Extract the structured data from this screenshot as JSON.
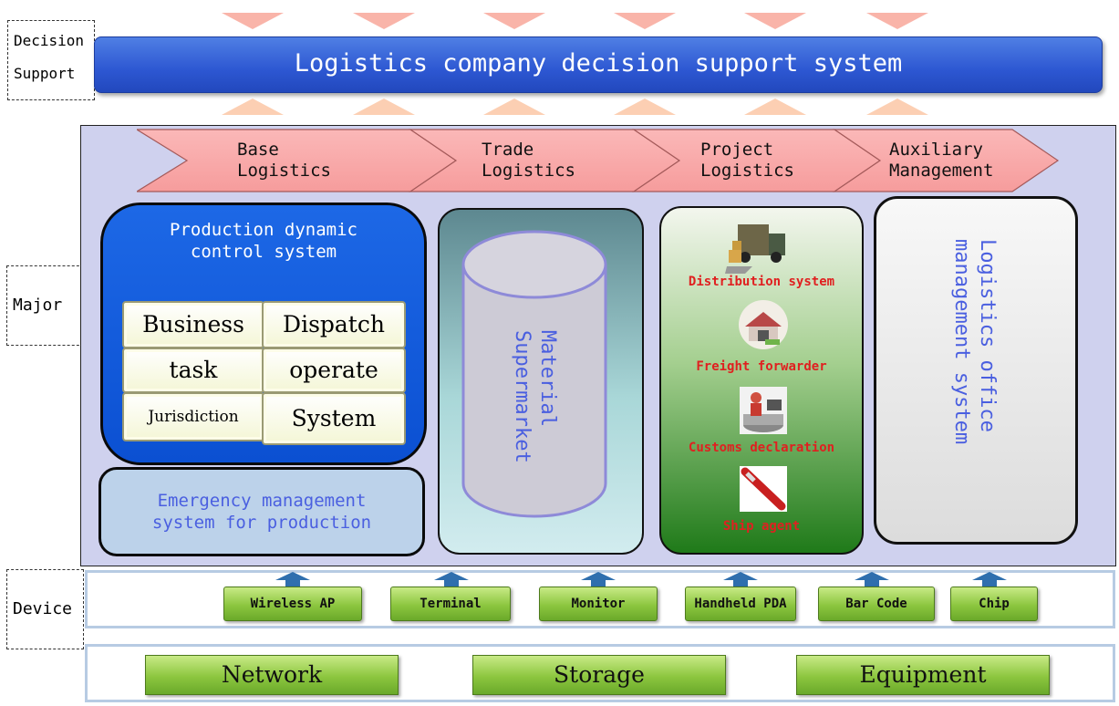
{
  "layers": {
    "decision": {
      "label_line1": "Decision",
      "label_line2": "Support"
    },
    "major": {
      "label": "Major"
    },
    "device": {
      "label": "Device"
    }
  },
  "decision_bar": {
    "title": "Logistics company decision support system"
  },
  "chevrons": [
    {
      "line1": "Base",
      "line2": "Logistics"
    },
    {
      "line1": "Trade",
      "line2": "Logistics"
    },
    {
      "line1": "Project",
      "line2": "Logistics"
    },
    {
      "line1": "Auxiliary",
      "line2": "Management"
    }
  ],
  "production": {
    "title_line1": "Production dynamic",
    "title_line2": "control system",
    "cells": [
      "Business",
      "Dispatch",
      "task",
      "operate",
      "Jurisdiction",
      "System"
    ]
  },
  "emergency": {
    "line1": "Emergency management",
    "line2": "system for production"
  },
  "trade": {
    "line1": "Material",
    "line2": "Supermarket"
  },
  "project": {
    "items": [
      {
        "label": "Distribution system",
        "icon": "truck-icon"
      },
      {
        "label": "Freight forwarder",
        "icon": "warehouse-icon"
      },
      {
        "label": "Customs declaration",
        "icon": "customs-officer-icon"
      },
      {
        "label": "Ship agent",
        "icon": "ship-icon"
      }
    ]
  },
  "auxiliary": {
    "line1": "Logistics office",
    "line2": "management system"
  },
  "devices": [
    "Wireless AP",
    "Terminal",
    "Monitor",
    "Handheld PDA",
    "Bar Code",
    "Chip"
  ],
  "base": [
    "Network",
    "Storage",
    "Equipment"
  ],
  "colors": {
    "decision_bar": "#2d57d2",
    "chevron_fill": "#f9a8a8",
    "production_blue": "#0b50d2",
    "label_blue": "#4a5fe0",
    "project_red": "#e02020",
    "device_green": "#8cc63f"
  }
}
